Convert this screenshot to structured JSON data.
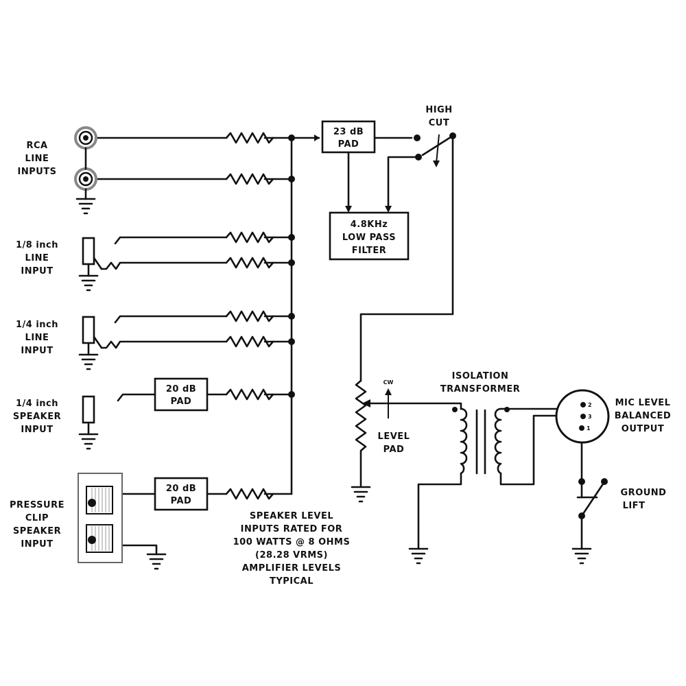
{
  "inputs": {
    "rca": [
      "RCA",
      "LINE",
      "INPUTS"
    ],
    "eighth": [
      "1/8 inch",
      "LINE",
      "INPUT"
    ],
    "quarter": [
      "1/4 inch",
      "LINE",
      "INPUT"
    ],
    "speaker": [
      "1/4 inch",
      "SPEAKER",
      "INPUT"
    ],
    "clip": [
      "PRESSURE",
      "CLIP",
      "SPEAKER",
      "INPUT"
    ]
  },
  "blocks": {
    "pad23": [
      "23 dB",
      "PAD"
    ],
    "lowpass": [
      "4.8KHz",
      "LOW PASS",
      "FILTER"
    ],
    "pad20a": [
      "20 dB",
      "PAD"
    ],
    "pad20b": [
      "20 dB",
      "PAD"
    ]
  },
  "labels": {
    "high_cut": [
      "HIGH",
      "CUT"
    ],
    "cw": "CW",
    "level_pad": [
      "LEVEL",
      "PAD"
    ],
    "isolation": [
      "ISOLATION",
      "TRANSFORMER"
    ],
    "mic_output": [
      "MIC LEVEL",
      "BALANCED",
      "OUTPUT"
    ],
    "ground_lift": [
      "GROUND",
      "LIFT"
    ],
    "xlr_pins": [
      "2",
      "3",
      "1"
    ]
  },
  "note": [
    "SPEAKER LEVEL",
    "INPUTS RATED FOR",
    "100 WATTS @ 8 OHMS",
    "(28.28 VRMS)",
    "AMPLIFIER LEVELS",
    "TYPICAL"
  ]
}
